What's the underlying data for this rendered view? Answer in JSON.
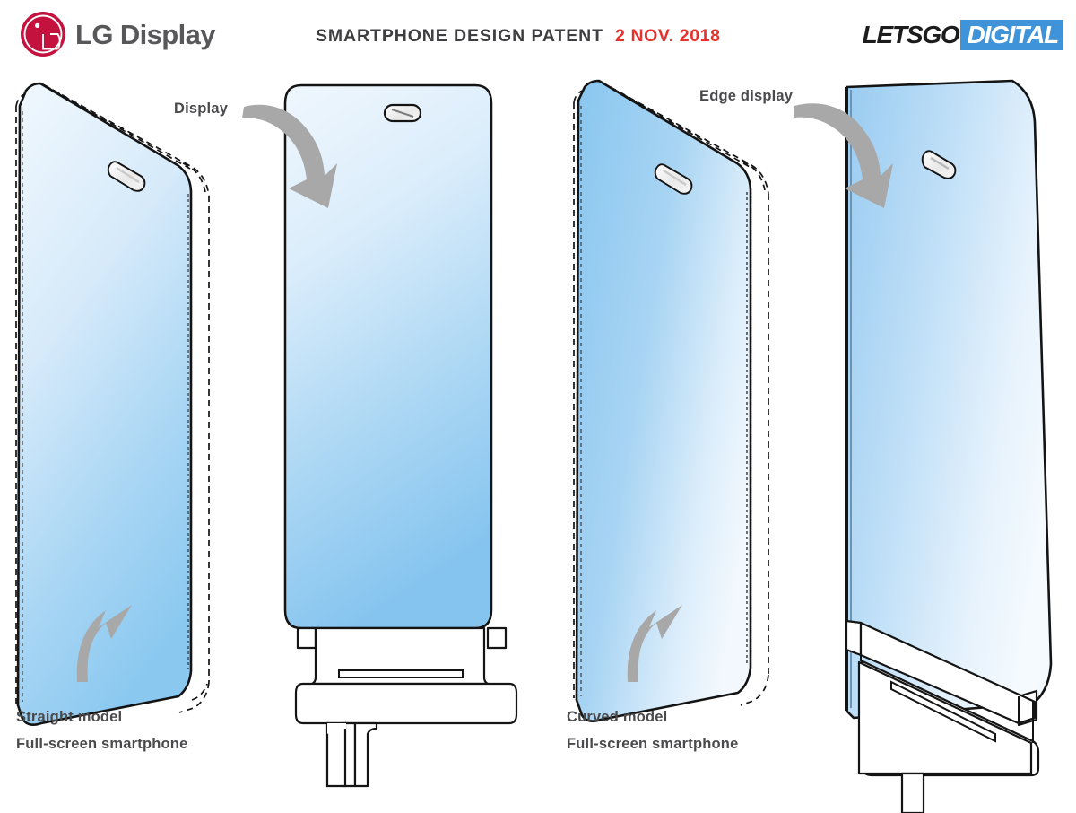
{
  "header": {
    "brand": {
      "logo_icon": "lg-circle-logo",
      "name": "LG Display",
      "brand_color": "#c4123f"
    },
    "title": "SMARTPHONE DESIGN PATENT",
    "date": "2 NOV. 2018",
    "date_color": "#e8312a",
    "watermark": {
      "part1": "LETSGO",
      "part2": "DIGITAL",
      "accent_color": "#3f93d8"
    }
  },
  "figures": [
    {
      "id": "figure-1",
      "view": "perspective-left",
      "annotation_label": "Display",
      "caption_line1": "Straight model",
      "caption_line2": "Full-screen smartphone",
      "screen_gradient_from": "#e6f2fc",
      "screen_gradient_to": "#8cc8f0",
      "outline_style": "dashed-body-solid-screen",
      "has_sensor_cutout": true
    },
    {
      "id": "figure-2",
      "view": "front-flat",
      "annotation_label": "Display",
      "screen_gradient_from": "#e4f0fb",
      "screen_gradient_to": "#86c5ef",
      "outline_style": "solid",
      "has_sensor_cutout": true,
      "has_bottom_connector": true
    },
    {
      "id": "figure-3",
      "view": "perspective-left",
      "annotation_label": "Edge display",
      "caption_line1": "Curved model",
      "caption_line2": "Full-screen smartphone",
      "screen_gradient_from": "#8ac7f0",
      "screen_gradient_to": "#eef6fd",
      "outline_style": "dashed-body-solid-screen",
      "has_sensor_cutout": true
    },
    {
      "id": "figure-4",
      "view": "front-tilted",
      "annotation_label": "Edge display",
      "screen_gradient_from": "#9ccdf2",
      "screen_gradient_to": "#f2f8fd",
      "outline_style": "solid",
      "has_sensor_cutout": true,
      "has_bottom_connector": true
    }
  ],
  "annotations": {
    "display_label": "Display",
    "edge_display_label": "Edge display",
    "arrow_color": "#a8a8a8"
  },
  "captions": {
    "left": {
      "line1": "Straight model",
      "line2": "Full-screen smartphone"
    },
    "right": {
      "line1": "Curved model",
      "line2": "Full-screen smartphone"
    }
  },
  "colors": {
    "background": "#ffffff",
    "line": "#1a1a1a",
    "text": "#4a4a4c",
    "title_text": "#3e3e40",
    "accent_red": "#e8312a",
    "accent_blue": "#3f93d8",
    "lg_magenta": "#c4123f",
    "arrow_gray": "#a8a8a8"
  }
}
